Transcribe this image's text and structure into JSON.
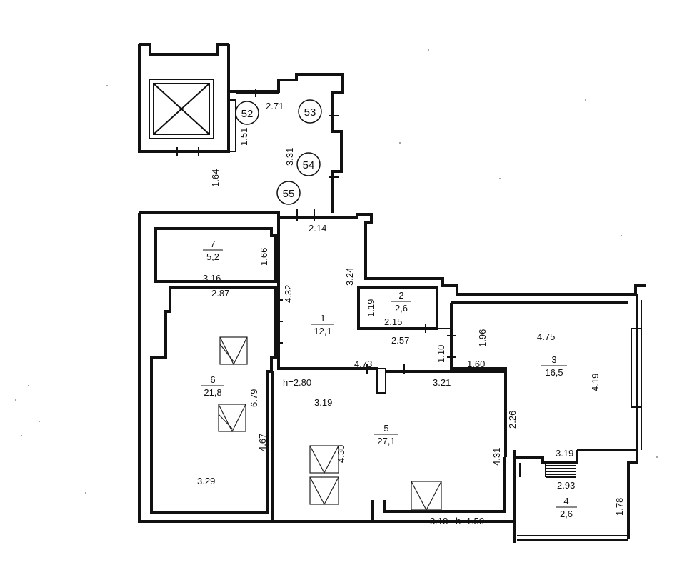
{
  "rooms": [
    {
      "number": "1",
      "area": "12,1"
    },
    {
      "number": "2",
      "area": "2,6"
    },
    {
      "number": "3",
      "area": "16,5"
    },
    {
      "number": "4",
      "area": "2,6"
    },
    {
      "number": "5",
      "area": "27,1"
    },
    {
      "number": "6",
      "area": "21,8"
    },
    {
      "number": "7",
      "area": "5,2"
    }
  ],
  "markers": [
    "52",
    "53",
    "54",
    "55"
  ],
  "dimensions": {
    "d271": "2.71",
    "d151": "1.51",
    "d331": "3.31",
    "d164": "1.64",
    "d214": "2.14",
    "d166": "1.66",
    "d316": "3.16",
    "d432": "4.32",
    "d324": "3.24",
    "d287": "2.87",
    "d119": "1.19",
    "d215": "2.15",
    "d257": "2.57",
    "d110": "1.10",
    "d196": "1.96",
    "d475": "4.75",
    "d419": "4.19",
    "d473": "4.73",
    "d321": "3.21",
    "d060": "1.60",
    "d679": "6.79",
    "h280": "h=2.80",
    "d319a": "3.19",
    "d430": "4.30",
    "d467": "4.67",
    "d226": "2.26",
    "d431": "4.31",
    "d319b": "3.19",
    "d293": "2.93",
    "d178": "1.78",
    "d329": "3.29",
    "d318": "3.18",
    "h150": "h=1.50"
  }
}
